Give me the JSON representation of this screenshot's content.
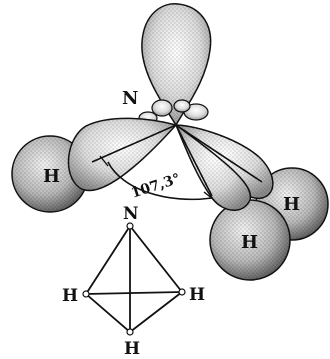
{
  "figure": {
    "nitrogen_label": "N",
    "hydrogen_label": "H",
    "bond_angle": "107,3°"
  },
  "schematic": {
    "top_label": "N",
    "left_label": "H",
    "right_label": "H",
    "bottom_label": "H"
  },
  "colors": {
    "ink": "#111111",
    "stipple": "#2a2a2a",
    "paper": "#ffffff"
  }
}
